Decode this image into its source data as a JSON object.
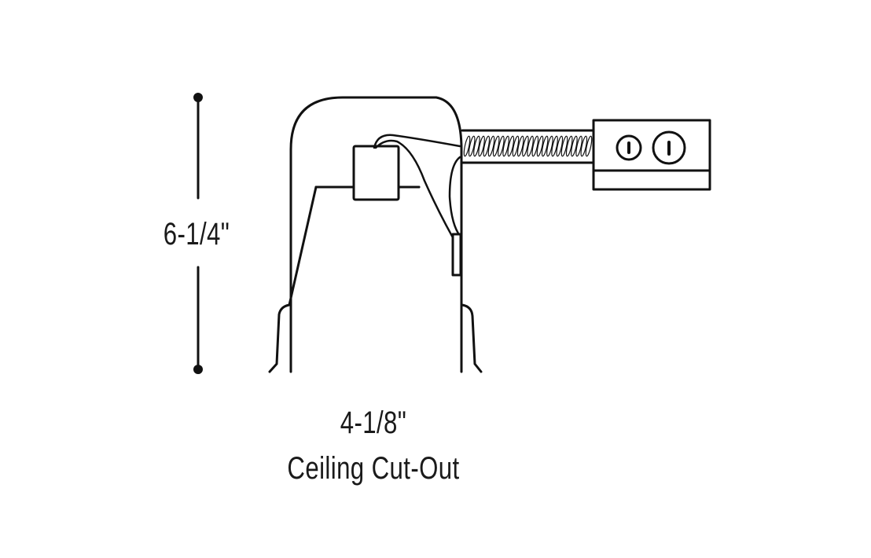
{
  "diagram": {
    "height_label": "6-1/4\"",
    "width_label": "4-1/8\"",
    "cutout_label": "Ceiling Cut-Out"
  },
  "colors": {
    "stroke": "#111111",
    "background": "#ffffff"
  }
}
